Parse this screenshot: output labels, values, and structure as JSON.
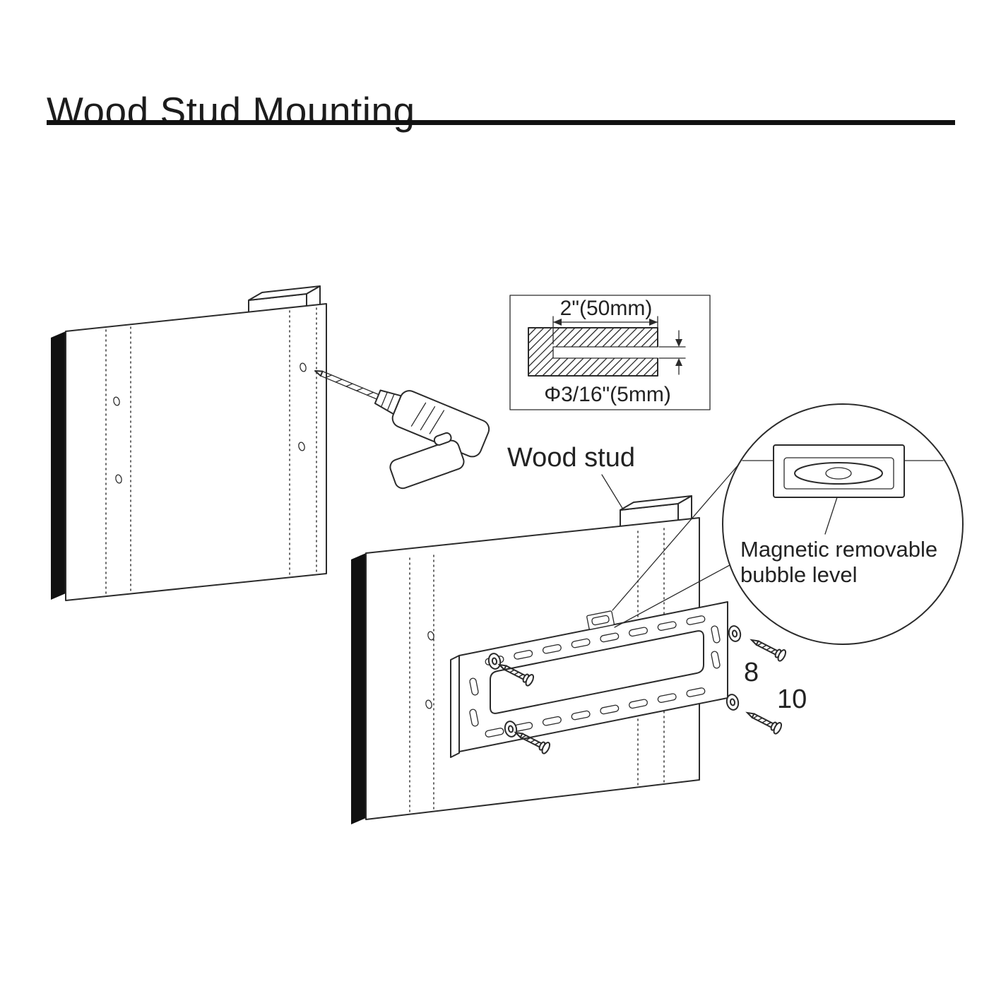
{
  "page": {
    "title": "Wood Stud Mounting"
  },
  "detail_inset": {
    "width_label": "2\"(50mm)",
    "diameter_label": "Φ3/16\"(5mm)"
  },
  "labels": {
    "wood_stud": "Wood stud",
    "bubble_level_line1": "Magnetic removable",
    "bubble_level_line2": "bubble level",
    "washer_number": "8",
    "screw_number": "10"
  },
  "colors": {
    "line": "#2b2b2b",
    "background": "#ffffff",
    "ink": "#111111"
  }
}
